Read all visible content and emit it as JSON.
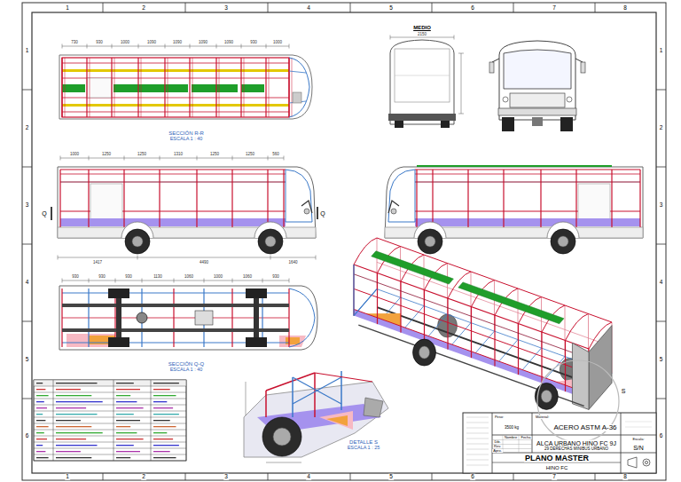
{
  "diagram": {
    "labels": [
      "1",
      "2",
      "3",
      "4",
      "5",
      "6",
      "7",
      "8",
      "1",
      "2",
      "3",
      "4",
      "5",
      "6",
      "7",
      "8",
      "1",
      "2",
      "3",
      "4",
      "5",
      "6",
      "1",
      "2",
      "3",
      "4",
      "5",
      "6",
      "MEDIO",
      "SECCIÓN R-R",
      "ESCALA 1 : 40",
      "SECCIÓN Q-Q",
      "ESCALA 1 : 40",
      "DETALLE S",
      "ESCALA 1 : 25",
      "S",
      "Q",
      "Q",
      "ACERO ASTM A-36",
      "ALCA URBANO HINO FC 9J",
      "29 DERECHAS MINIBUS URBANO",
      "PLANO MASTER",
      "HINO FC",
      "S/N",
      "Escala:",
      "Peso:",
      "3500 kg",
      "Material:",
      "Dib.",
      "Rev.",
      "Apro.",
      "Nombre",
      "Fecha",
      "730",
      "930",
      "1000",
      "1090",
      "1090",
      "1090",
      "1090",
      "930",
      "1000",
      "1000",
      "1250",
      "1250",
      "1310",
      "1250",
      "1250",
      "560",
      "1417",
      "4490",
      "1640",
      "930",
      "930",
      "930",
      "1130",
      "1060",
      "1000",
      "1060",
      "930",
      "2150"
    ]
  }
}
